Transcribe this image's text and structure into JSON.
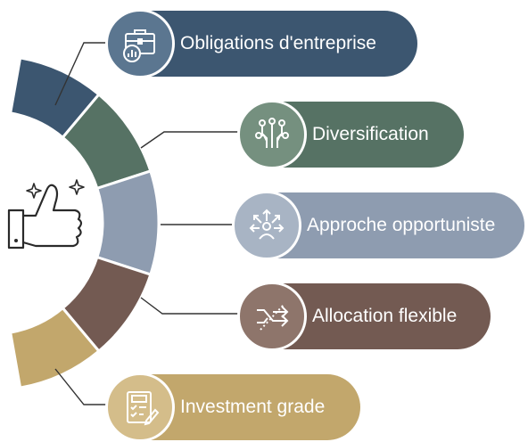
{
  "items": [
    {
      "label": "Obligations d'entreprise",
      "icon": "briefcase-chart-icon",
      "color": "#3c5670",
      "circle_color": "#5b7690"
    },
    {
      "label": "Diversification",
      "icon": "circuit-icon",
      "color": "#567264",
      "circle_color": "#75907f"
    },
    {
      "label": "Approche opportuniste",
      "icon": "target-person-icon",
      "color": "#8e9cb0",
      "circle_color": "#a8b4c4"
    },
    {
      "label": "Allocation flexible",
      "icon": "arrows-exchange-icon",
      "color": "#735a52",
      "circle_color": "#8e756b"
    },
    {
      "label": "Investment grade",
      "icon": "checklist-icon",
      "color": "#c2a76c",
      "circle_color": "#d4bd8a"
    }
  ],
  "center_icon": "thumbs-up-icon",
  "ring_colors": [
    "#3c5670",
    "#567264",
    "#8e9cb0",
    "#735a52",
    "#c2a76c"
  ]
}
